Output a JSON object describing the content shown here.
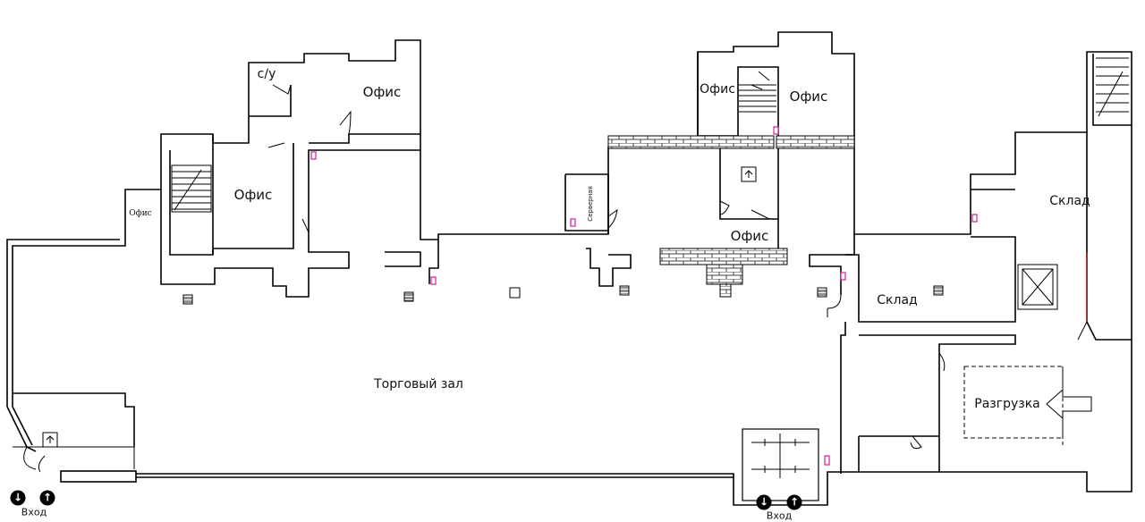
{
  "plan": {
    "rooms": {
      "wc": "с/у",
      "office_1": "Офис",
      "office_2": "Офис",
      "office_3": "Офис",
      "office_4": "Офис",
      "office_5": "Офис",
      "office_6": "Офис",
      "server": "Серверная",
      "warehouse_1": "Склад",
      "warehouse_2": "Склад",
      "sales_hall": "Торговый зал",
      "unloading": "Разгрузка"
    },
    "entrances": [
      {
        "label": "Вход",
        "out_icon": "↓",
        "in_icon": "↑"
      },
      {
        "label": "Вход",
        "out_icon": "↓",
        "in_icon": "↑"
      }
    ],
    "colors": {
      "wall": "#000000",
      "marker": "#d0209a",
      "brick": "#444444"
    }
  }
}
